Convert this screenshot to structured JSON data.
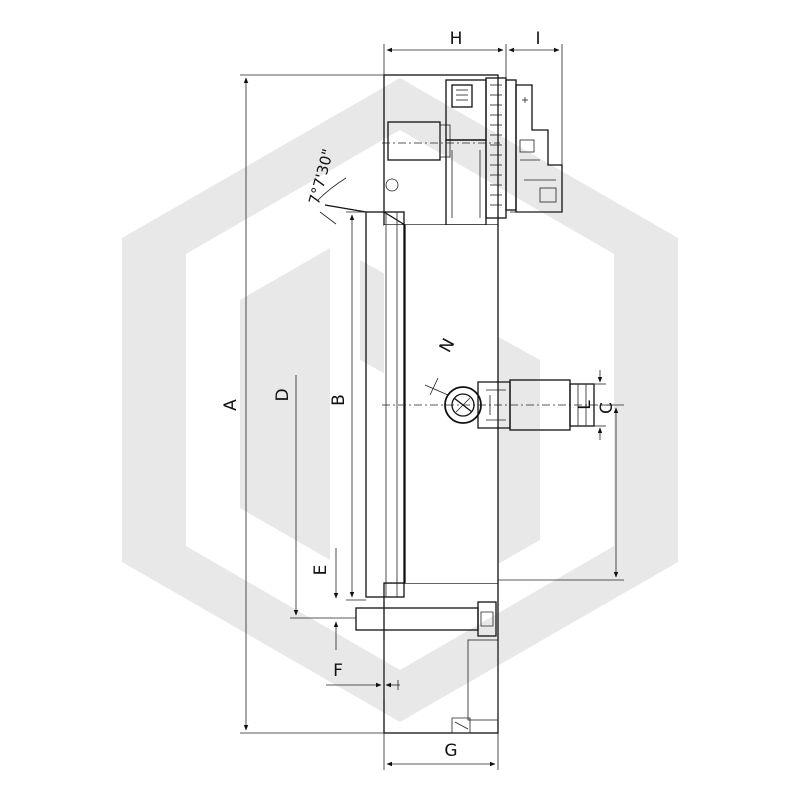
{
  "diagram": {
    "dimension_labels": {
      "A": "A",
      "B": "B",
      "C": "C",
      "D": "D",
      "E": "E",
      "F": "F",
      "G": "G",
      "H": "H",
      "I": "I",
      "L": "L",
      "N": "N"
    },
    "taper_angle": "7°7'30\"",
    "colors": {
      "line": "#111111",
      "watermark": "#e6e6e6",
      "background": "#ffffff"
    }
  }
}
